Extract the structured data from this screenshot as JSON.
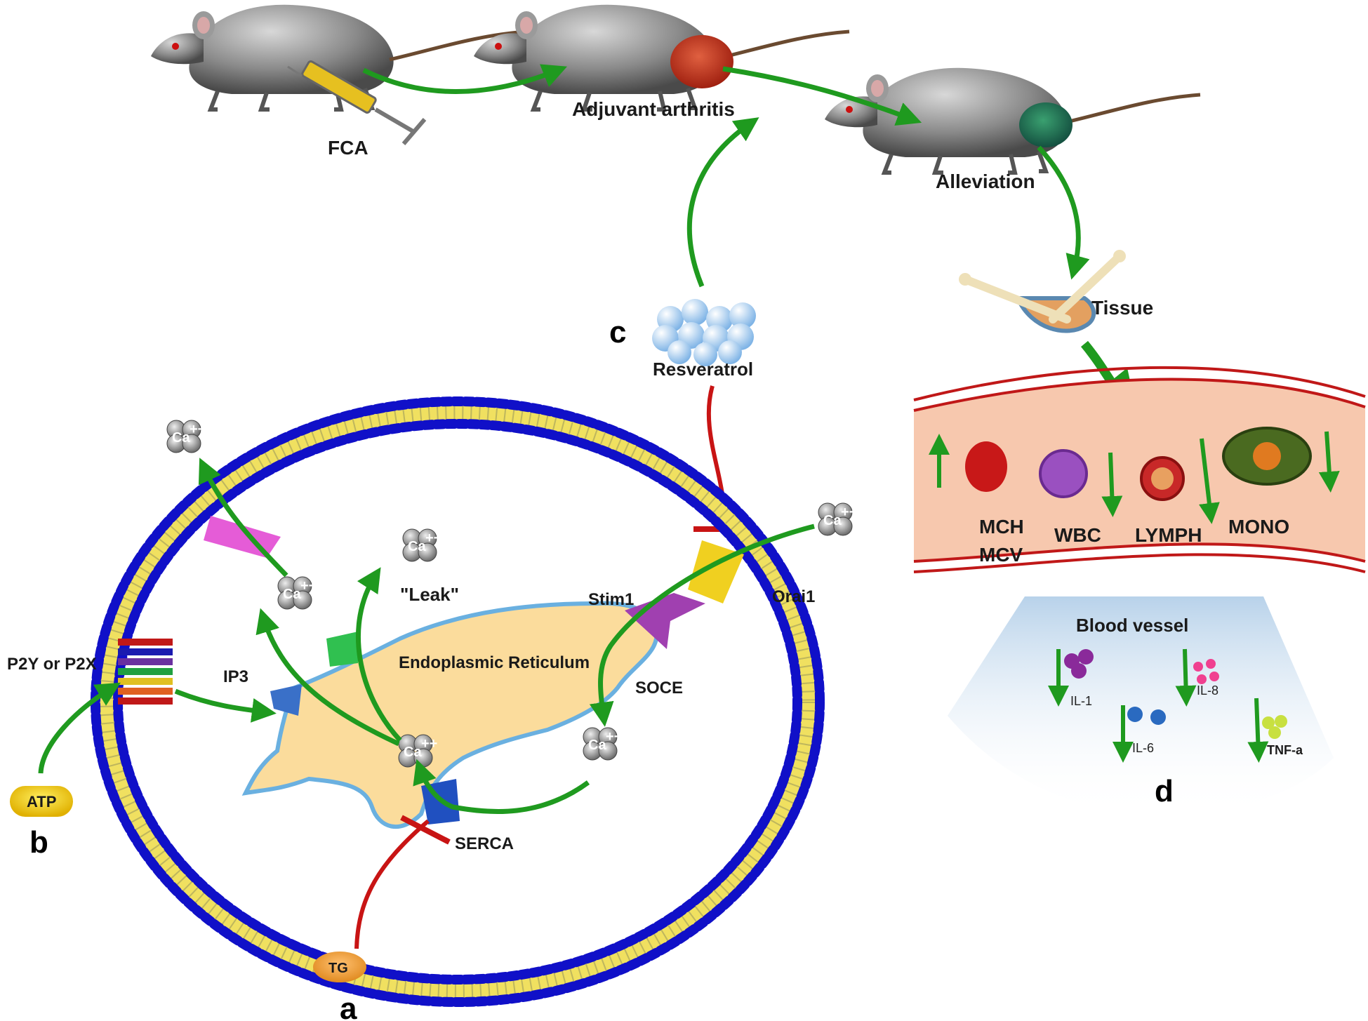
{
  "colors": {
    "activation": "#1f9a1f",
    "inhibition": "#c81414",
    "membrane_head": "#1010c8",
    "membrane_tail": "#f0e060",
    "er_fill": "#fbdc9c",
    "er_border": "#6ab0e0",
    "vessel_fill": "#f7c8ae",
    "vessel_wall": "#c01818"
  },
  "labels": {
    "fca": "FCA",
    "adjuvant_arthritis": "Adjuvant arthritis",
    "alleviation": "Alleviation",
    "tissue": "Tissue",
    "resveratrol": "Resveratrol",
    "leak": "\"Leak\"",
    "endoplasmic_reticulum": "Endoplasmic Reticulum",
    "stim1": "Stim1",
    "orai1": "Orai1",
    "soce": "SOCE",
    "ip3": "IP3",
    "serca": "SERCA",
    "p2y_p2x": "P2Y or P2X",
    "atp": "ATP",
    "tg": "TG",
    "blood_vessel": "Blood vessel",
    "ca": "Ca",
    "ca_charge": "++"
  },
  "blood_cells": {
    "mch": "MCH",
    "mcv": "MCV",
    "wbc": "WBC",
    "lymph": "LYMPH",
    "mono": "MONO"
  },
  "cytokines": {
    "il1": "IL-1",
    "il6": "IL-6",
    "il8": "IL-8",
    "tnf": "TNF-a"
  },
  "panels": {
    "a": "a",
    "b": "b",
    "c": "c",
    "d": "d"
  }
}
